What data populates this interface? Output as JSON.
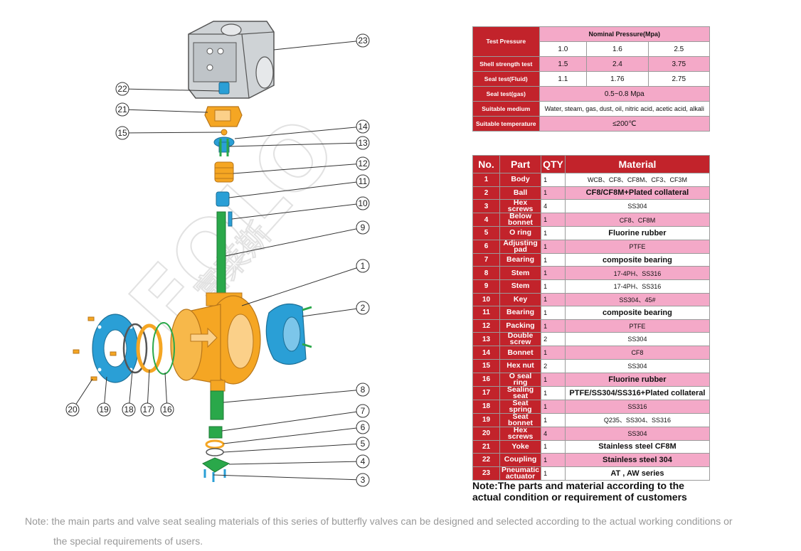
{
  "callouts": [
    "23",
    "22",
    "21",
    "15",
    "14",
    "13",
    "12",
    "11",
    "10",
    "9",
    "1",
    "2",
    "8",
    "7",
    "6",
    "5",
    "4",
    "3",
    "20",
    "19",
    "18",
    "17",
    "16"
  ],
  "pressure_table": {
    "test_pressure_label": "Test Pressure",
    "nominal_label": "Nominal Pressure(Mpa)",
    "nominal_values": [
      "1.0",
      "1.6",
      "2.5"
    ],
    "shell_label": "Shell strength test",
    "shell_values": [
      "1.5",
      "2.4",
      "3.75"
    ],
    "seal_fluid_label": "Seal test(Fluid)",
    "seal_fluid_values": [
      "1.1",
      "1.76",
      "2.75"
    ],
    "seal_gas_label": "Seal test(gas)",
    "seal_gas_value": "0.5~0.8 Mpa",
    "medium_label": "Suitable medium",
    "medium_value": "Water, steam, gas, dust, oil, nitric acid, acetic acid, alkali",
    "temperature_label": "Suitable temperature",
    "temperature_value": "≤200℃"
  },
  "materials_table": {
    "headers": [
      "No.",
      "Part",
      "QTY",
      "Material"
    ],
    "rows": [
      {
        "no": "1",
        "part": "Body",
        "qty": "1",
        "material": "WCB、CF8、CF8M、CF3、CF3M"
      },
      {
        "no": "2",
        "part": "Ball",
        "qty": "1",
        "material": "CF8/CF8M+Plated collateral"
      },
      {
        "no": "3",
        "part": "Hex screws",
        "qty": "4",
        "material": "SS304"
      },
      {
        "no": "4",
        "part": "Below bonnet",
        "qty": "1",
        "material": "CF8、CF8M"
      },
      {
        "no": "5",
        "part": "O ring",
        "qty": "1",
        "material": "Fluorine rubber"
      },
      {
        "no": "6",
        "part": "Adjusting pad",
        "qty": "1",
        "material": "PTFE"
      },
      {
        "no": "7",
        "part": "Bearing",
        "qty": "1",
        "material": "composite bearing"
      },
      {
        "no": "8",
        "part": "Stem",
        "qty": "1",
        "material": "17-4PH、SS316"
      },
      {
        "no": "9",
        "part": "Stem",
        "qty": "1",
        "material": "17-4PH、SS316"
      },
      {
        "no": "10",
        "part": "Key",
        "qty": "1",
        "material": "SS304、45#"
      },
      {
        "no": "11",
        "part": "Bearing",
        "qty": "1",
        "material": "composite bearing"
      },
      {
        "no": "12",
        "part": "Packing",
        "qty": "1",
        "material": "PTFE"
      },
      {
        "no": "13",
        "part": "Double screw",
        "qty": "2",
        "material": "SS304"
      },
      {
        "no": "14",
        "part": "Bonnet",
        "qty": "1",
        "material": "CF8"
      },
      {
        "no": "15",
        "part": "Hex nut",
        "qty": "2",
        "material": "SS304"
      },
      {
        "no": "16",
        "part": "O seal ring",
        "qty": "1",
        "material": "Fluorine rubber"
      },
      {
        "no": "17",
        "part": "Sealing seat",
        "qty": "1",
        "material": "PTFE/SS304/SS316+Plated collateral"
      },
      {
        "no": "18",
        "part": "Seat spring",
        "qty": "1",
        "material": "SS316"
      },
      {
        "no": "19",
        "part": "Seat bonnet",
        "qty": "1",
        "material": "Q235、SS304、SS316"
      },
      {
        "no": "20",
        "part": "Hex screws",
        "qty": "4",
        "material": "SS304"
      },
      {
        "no": "21",
        "part": "Yoke",
        "qty": "1",
        "material": "Stainless steel CF8M"
      },
      {
        "no": "22",
        "part": "Coupling",
        "qty": "1",
        "material": "Stainless steel 304"
      },
      {
        "no": "23",
        "part": "Pneumatic actuator",
        "qty": "1",
        "material": "AT , AW series"
      }
    ]
  },
  "note": {
    "line1": "Note:The parts and material according to the",
    "line2": "actual condition or requirement of customers"
  },
  "footer": {
    "line1": "Note: the main parts and valve seat sealing materials of this series of butterfly valves can be designed and selected according to the actual working conditions or",
    "line2": "the special requirements of users."
  },
  "watermark": {
    "latin": "FOLO",
    "chinese": "富莱斯"
  },
  "colors": {
    "header_red": "#c2232b",
    "row_pink": "#f4a9c8",
    "body_orange": "#f5a623",
    "part_green": "#2aa84a",
    "part_blue": "#2a9fd6",
    "actuator_gray": "#cfd3d6"
  }
}
